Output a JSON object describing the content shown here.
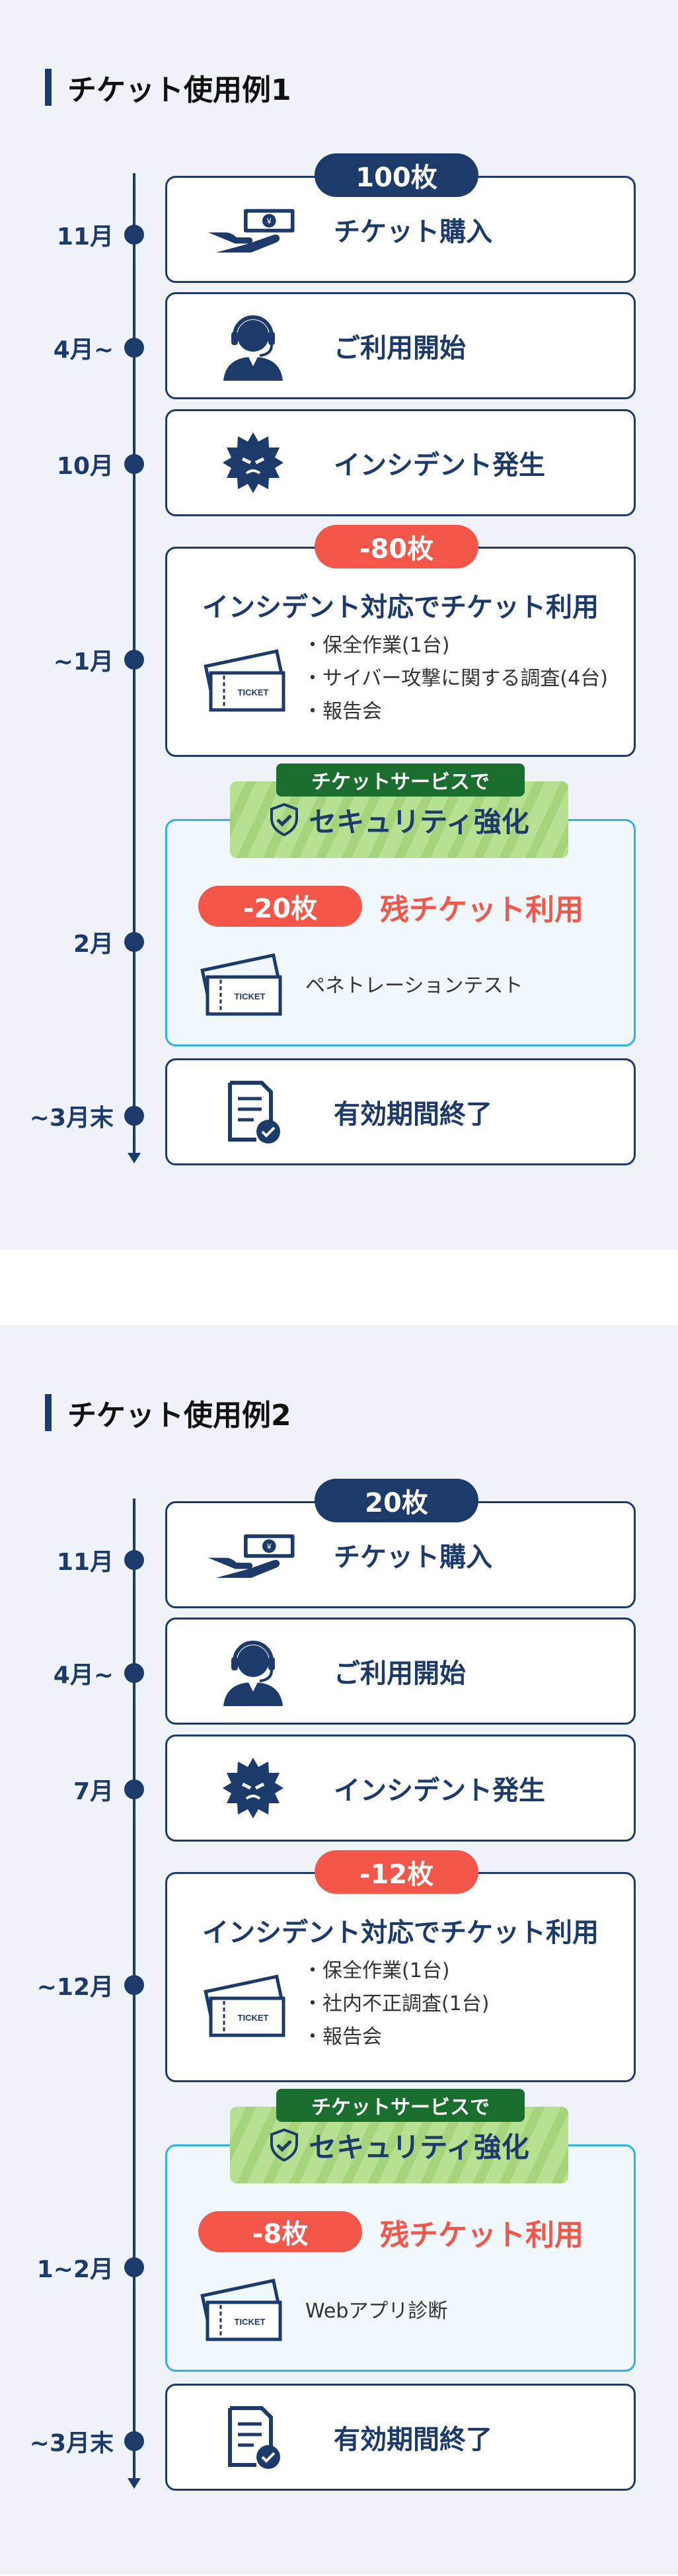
{
  "colors": {
    "navy": "#1c3a6a",
    "red": "#f4574a",
    "green": "#1a6e2e",
    "light_green": "#b7e093",
    "sky": "#2fb3e0",
    "bg": "#eff3f9"
  },
  "examples": [
    {
      "title": "チケット使用例1",
      "months": [
        "11月",
        "4月~",
        "10月",
        "~1月",
        "2月",
        "~3月末"
      ],
      "purchase": {
        "badge": "100枚",
        "label": "チケット購入",
        "icon": "money-hand-icon"
      },
      "start": {
        "label": "ご利用開始",
        "icon": "headset-operator-icon"
      },
      "incident": {
        "label": "インシデント発生",
        "icon": "virus-icon"
      },
      "usage": {
        "badge": "-80枚",
        "title": "インシデント対応でチケット利用",
        "items": [
          "保全作業(1台)",
          "サイバー攻撃に関する調査(4台)",
          "報告会"
        ],
        "icon": "ticket-icon",
        "ticket_text": "TICKET"
      },
      "security": {
        "tag": "チケットサービスで",
        "banner": "セキュリティ強化",
        "badge": "-20枚",
        "remaining": "残チケット利用",
        "items": [
          "ペネトレーションテスト"
        ],
        "icon": "shield-check-icon"
      },
      "end": {
        "label": "有効期間終了",
        "icon": "document-check-icon"
      }
    },
    {
      "title": "チケット使用例2",
      "months": [
        "11月",
        "4月~",
        "7月",
        "~12月",
        "1~2月",
        "~3月末"
      ],
      "purchase": {
        "badge": "20枚",
        "label": "チケット購入",
        "icon": "money-hand-icon"
      },
      "start": {
        "label": "ご利用開始",
        "icon": "headset-operator-icon"
      },
      "incident": {
        "label": "インシデント発生",
        "icon": "virus-icon"
      },
      "usage": {
        "badge": "-12枚",
        "title": "インシデント対応でチケット利用",
        "items": [
          "保全作業(1台)",
          "社内不正調査(1台)",
          "報告会"
        ],
        "icon": "ticket-icon",
        "ticket_text": "TICKET"
      },
      "security": {
        "tag": "チケットサービスで",
        "banner": "セキュリティ強化",
        "badge": "-8枚",
        "remaining": "残チケット利用",
        "items": [
          "Webアプリ診断"
        ],
        "icon": "shield-check-icon"
      },
      "end": {
        "label": "有効期間終了",
        "icon": "document-check-icon"
      }
    }
  ]
}
